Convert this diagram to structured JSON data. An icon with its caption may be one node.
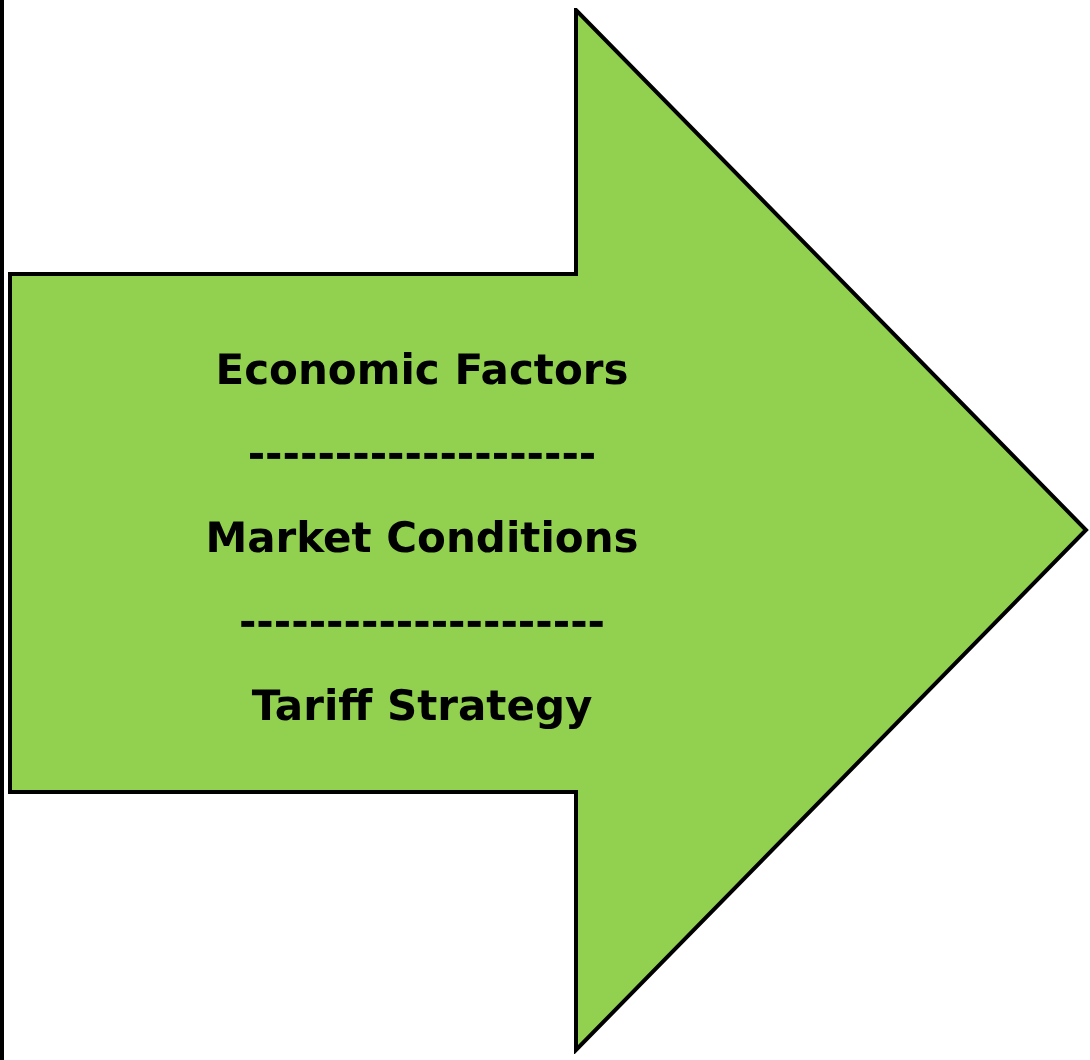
{
  "diagram": {
    "nodes": [
      {
        "text": [
          "Economic Factors",
          "--------------------",
          "Market Conditions",
          "---------------------",
          "Tariff Strategy"
        ]
      }
    ]
  }
}
